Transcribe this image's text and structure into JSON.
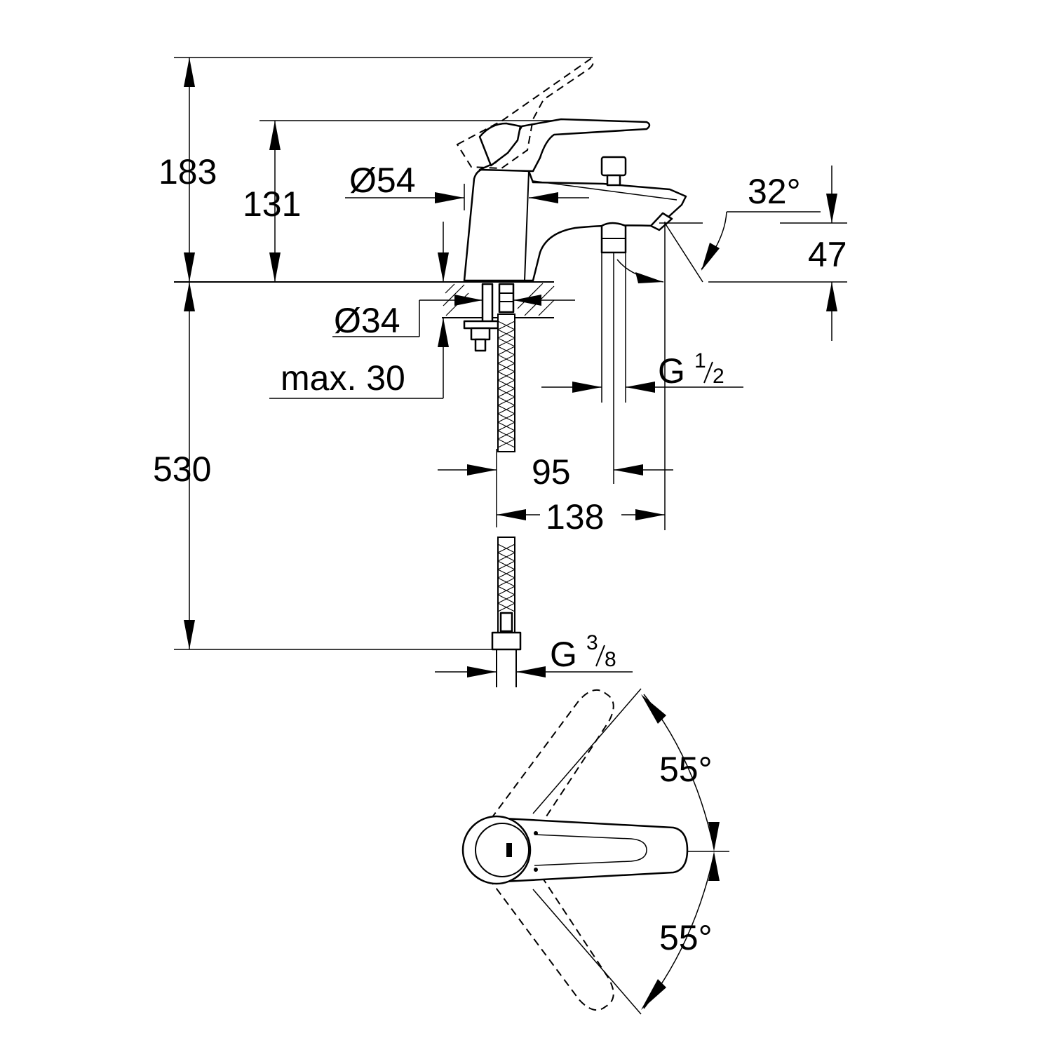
{
  "dimensions": {
    "total_height": "183",
    "spout_height": "131",
    "base_diameter": "Ø54",
    "hole_diameter": "Ø34",
    "max_deck": "max. 30",
    "hose_length": "530",
    "spout_angle": "32°",
    "spout_outlet_height": "47",
    "offset_95": "95",
    "reach_138": "138",
    "lever_rotation_top": "55°",
    "lever_rotation_bottom": "55°"
  },
  "threads": {
    "outlet": {
      "prefix": "G",
      "numerator": "1",
      "denominator": "2"
    },
    "inlet": {
      "prefix": "G",
      "numerator": "3",
      "denominator": "8"
    }
  }
}
